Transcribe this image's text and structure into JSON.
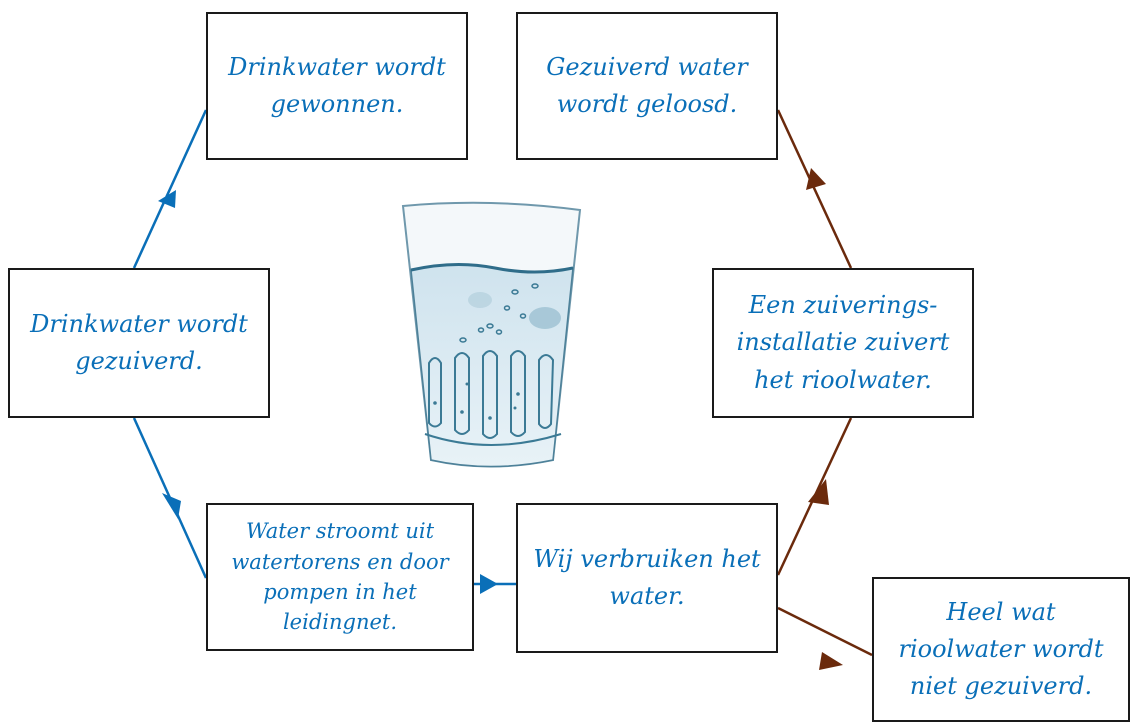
{
  "nodes": {
    "drinkwater_gewonnen": [
      "Drinkwater wordt",
      "gewonnen."
    ],
    "gezuiverd_geloosd": [
      "Gezuiverd water",
      "wordt geloosd."
    ],
    "drinkwater_gezuiverd": [
      "Drinkwater wordt",
      "gezuiverd."
    ],
    "zuiveringsinstallatie": [
      "Een zuiverings-",
      "installatie zuivert",
      "het rioolwater."
    ],
    "watertorens": [
      "Water stroomt uit",
      "watertorens en door",
      "pompen in het",
      "leidingnet."
    ],
    "verbruiken": [
      "Wij verbruiken het",
      "water."
    ],
    "niet_gezuiverd": [
      "Heel wat",
      "rioolwater wordt",
      "niet gezuiverd."
    ]
  },
  "colors": {
    "text": "#0a6fb8",
    "clean_arrow": "#0a6fb8",
    "waste_arrow": "#6b2a0c",
    "border": "#1a1a1a"
  },
  "icons": {
    "center_image": "water-glass-icon"
  }
}
